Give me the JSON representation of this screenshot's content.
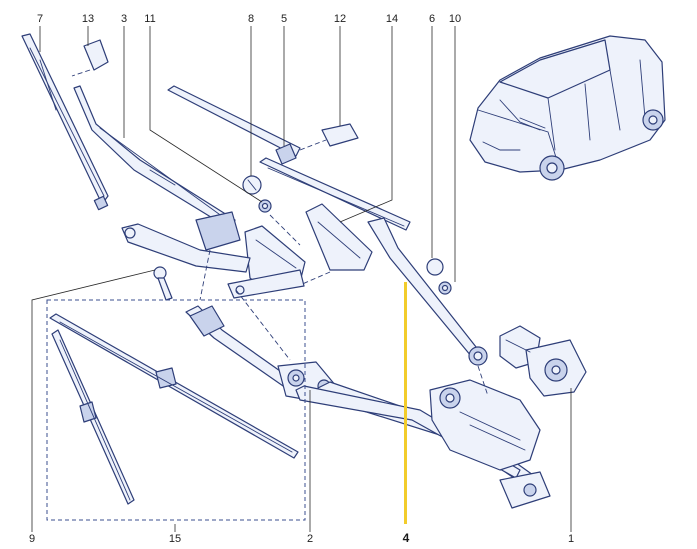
{
  "callouts": {
    "c7": "7",
    "c13": "13",
    "c3": "3",
    "c11": "11",
    "c8": "8",
    "c5": "5",
    "c12": "12",
    "c14": "14",
    "c6": "6",
    "c10": "10",
    "c9": "9",
    "c15": "15",
    "c2": "2",
    "c4": "4",
    "c1": "1"
  },
  "highlight_part": "4",
  "colors": {
    "line": "#2e3e78",
    "highlight_bar": "#f2cc2b",
    "fill": "#eef2fb"
  }
}
